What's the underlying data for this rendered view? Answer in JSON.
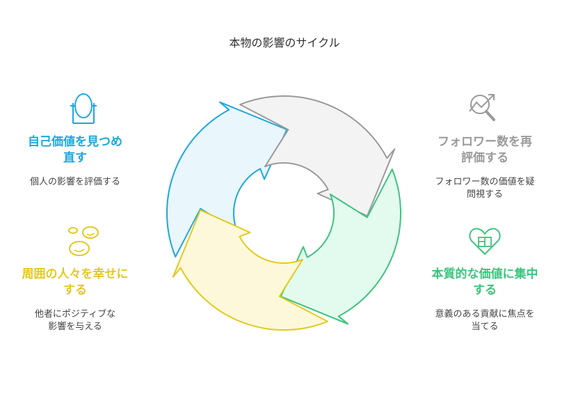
{
  "title": "本物の影響のサイクル",
  "items": [
    {
      "heading": "自己価値を見つめ直す",
      "description": "個人の影響を評価する",
      "icon": "mirror-icon",
      "color": "#1ea7dd",
      "fill": "#e9f6fc"
    },
    {
      "heading": "フォロワー数を再評価する",
      "description": "フォロワー数の価値を疑問視する",
      "icon": "chart-magnifier-icon",
      "color": "#9a9a9a",
      "fill": "#f3f3f3"
    },
    {
      "heading": "本質的な価値に集中する",
      "description": "意義のある貢献に焦点を当てる",
      "icon": "heart-gift-icon",
      "color": "#3cc47c",
      "fill": "#e3faef"
    },
    {
      "heading": "周囲の人々を幸せにする",
      "description": "他者にポジティブな影響を与える",
      "icon": "smiley-faces-icon",
      "color": "#e3c91d",
      "fill": "#fdf8d9"
    }
  ]
}
